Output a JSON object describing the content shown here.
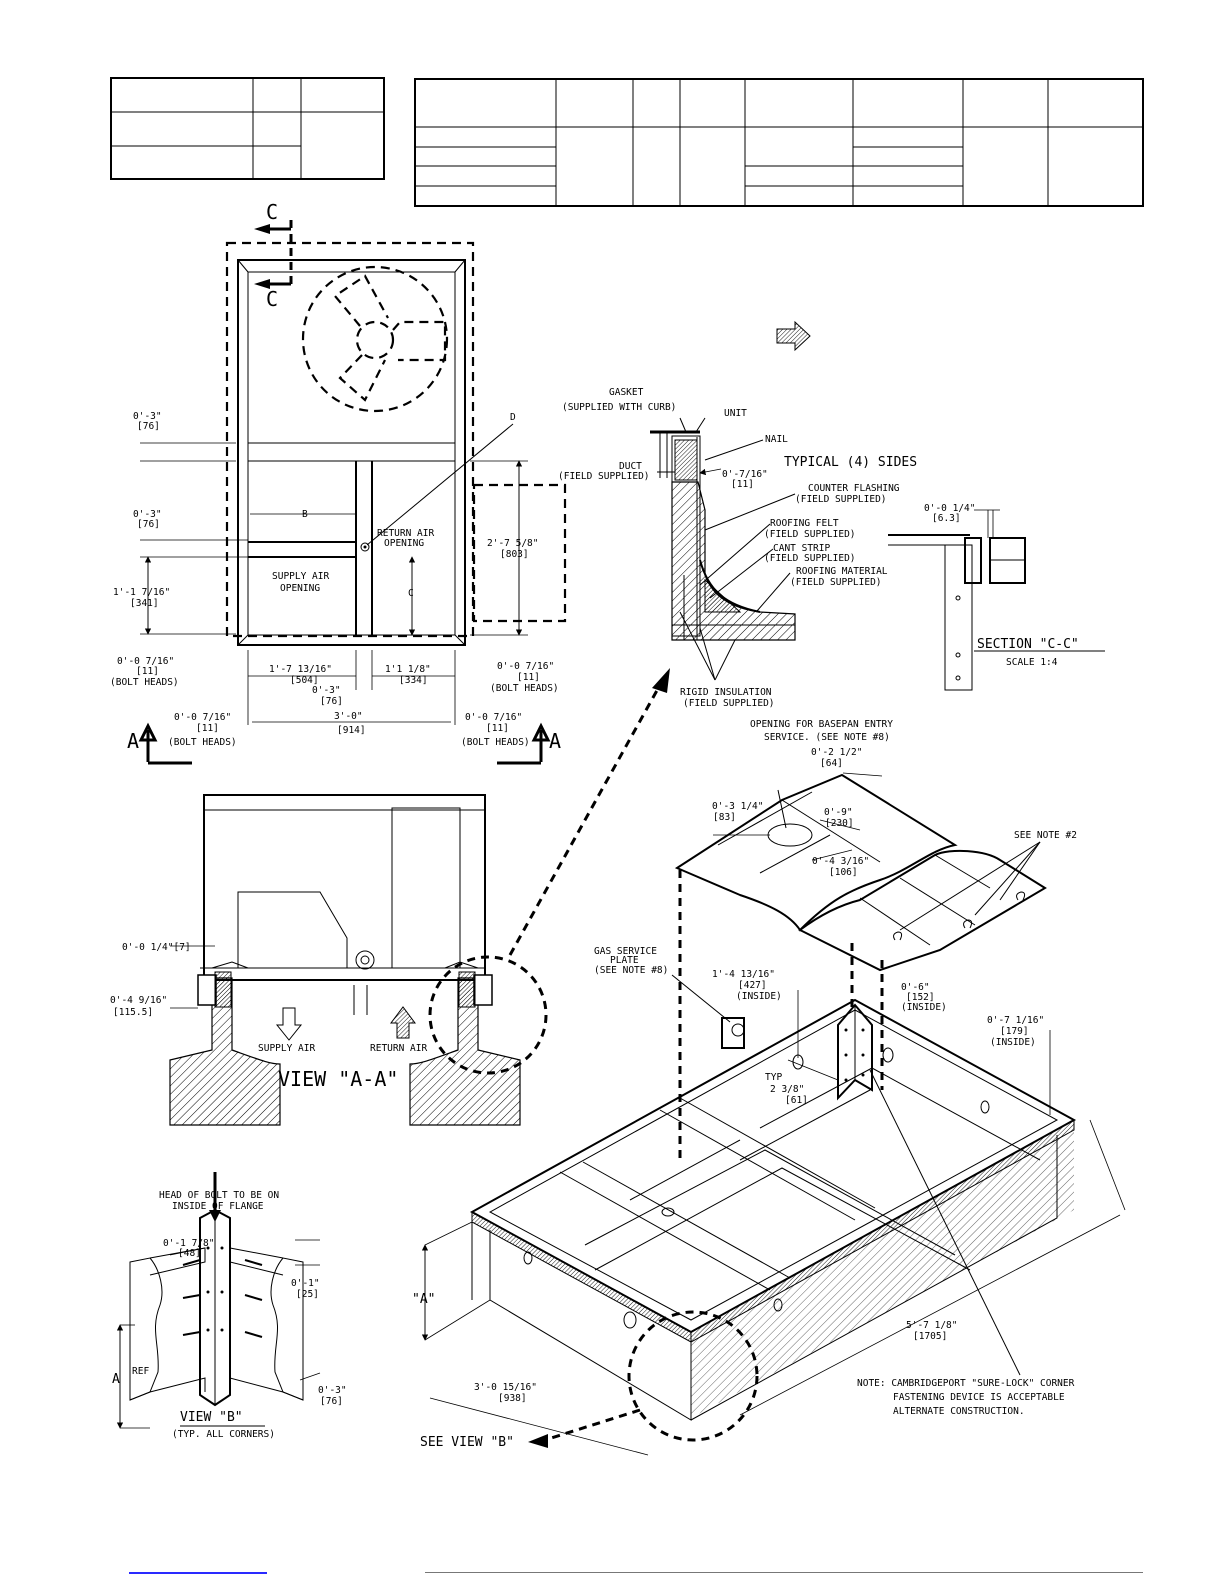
{
  "section_c_top_1": "C",
  "section_c_top_2": "C",
  "marker_a_left": "A",
  "marker_a_right": "A",
  "callout_d": "D",
  "top_view": {
    "dim_left_1": "0'-3\"",
    "dim_left_1_mm": "[76]",
    "dim_left_2": "0'-3\"",
    "dim_left_2_mm": "[76]",
    "dim_left_3": "1'-1 7/16\"",
    "dim_left_3_mm": "[341]",
    "dim_left_4": "0'-0 7/16\"",
    "dim_left_4_mm": "[11]",
    "bolt_heads_1": "(BOLT HEADS)",
    "dim_b": "B",
    "dim_c": "C",
    "return_air_1": "RETURN AIR",
    "return_air_2": "OPENING",
    "supply_air_1": "SUPPLY AIR",
    "supply_air_2": "OPENING",
    "dim_right_1": "2'-7 5/8\"",
    "dim_right_1_mm": "[803]",
    "dim_right_2": "0'-0 7/16\"",
    "dim_right_2_mm": "[11]",
    "bolt_heads_2": "(BOLT HEADS)",
    "dim_bot_1": "1'-7 13/16\"",
    "dim_bot_1_mm": "[504]",
    "dim_bot_2": "1'1 1/8\"",
    "dim_bot_2_mm": "[334]",
    "dim_bot_3": "0'-3\"",
    "dim_bot_3_mm": "[76]",
    "dim_bot_4": "3'-0\"",
    "dim_bot_4_mm": "[914]",
    "dim_bot_left": "0'-0 7/16\"",
    "dim_bot_left_mm": "[11]",
    "bolt_heads_3": "(BOLT HEADS)",
    "dim_bot_right": "0'-0 7/16\"",
    "dim_bot_right_mm": "[11]",
    "bolt_heads_4": "(BOLT HEADS)"
  },
  "curb_detail": {
    "gasket_1": "GASKET",
    "gasket_2": "(SUPPLIED WITH CURB)",
    "unit": "UNIT",
    "nail": "NAIL",
    "typical_sides": "TYPICAL (4) SIDES",
    "duct_1": "DUCT",
    "duct_2": "(FIELD SUPPLIED)",
    "dim_1": "0'-7/16\"",
    "dim_1_mm": "[11]",
    "counter_1": "COUNTER FLASHING",
    "counter_2": "(FIELD SUPPLIED)",
    "felt_1": "ROOFING FELT",
    "felt_2": "(FIELD SUPPLIED)",
    "cant_1": "CANT STRIP",
    "cant_2": "(FIELD SUPPLIED)",
    "material_1": "ROOFING MATERIAL",
    "material_2": "(FIELD SUPPLIED)",
    "rigid_1": "RIGID INSULATION",
    "rigid_2": "(FIELD SUPPLIED)"
  },
  "section_cc": {
    "dim": "0'-0 1/4\"",
    "dim_mm": "[6.3]",
    "title": "SECTION \"C-C\"",
    "scale": "SCALE 1:4"
  },
  "view_aa": {
    "dim_1": "0'-0 1/4\"[7]",
    "dim_2": "0'-4 9/16\"",
    "dim_2_mm": "[115.5]",
    "supply_air": "SUPPLY AIR",
    "return_air": "RETURN AIR",
    "title": "VIEW \"A-A\""
  },
  "basepan": {
    "opening_1": "OPENING FOR BASEPAN ENTRY",
    "opening_2": "SERVICE. (SEE NOTE #8)",
    "dim_1": "0'-2 1/2\"",
    "dim_1_mm": "[64]",
    "dim_2": "0'-3 1/4\"",
    "dim_2_mm": "[83]",
    "dim_3": "0'-9\"",
    "dim_3_mm": "[230]",
    "dim_4": "0'-4 3/16\"",
    "dim_4_mm": "[106]",
    "see_note": "SEE NOTE #2"
  },
  "curb_iso": {
    "gas_1": "GAS SERVICE",
    "gas_2": "PLATE",
    "gas_3": "(SEE NOTE #8)",
    "dim_1": "1'-4 13/16\"",
    "dim_1_mm": "[427]",
    "dim_1_in": "(INSIDE)",
    "dim_2": "0'-6\"",
    "dim_2_mm": "[152]",
    "dim_2_in": "(INSIDE)",
    "dim_3": "0'-7 1/16\"",
    "dim_3_mm": "[179]",
    "dim_3_in": "(INSIDE)",
    "typ_1": "TYP",
    "typ_2": "2 3/8\"",
    "typ_3": "[61]",
    "dim_a": "\"A\"",
    "dim_len": "5'-7 1/8\"",
    "dim_len_mm": "[1705]",
    "dim_w": "3'-0 15/16\"",
    "dim_w_mm": "[938]",
    "note_1": "NOTE: CAMBRIDGEPORT \"SURE-LOCK\" CORNER",
    "note_2": "FASTENING DEVICE IS ACCEPTABLE",
    "note_3": "ALTERNATE CONSTRUCTION.",
    "see_view_b": "SEE VIEW \"B\""
  },
  "view_b": {
    "head_1": "HEAD OF BOLT TO BE ON",
    "head_2": "INSIDE OF FLANGE",
    "dim_1": "0'-1 7/8\"",
    "dim_1_mm": "[48]",
    "dim_2": "0'-1\"",
    "dim_2_mm": "[25]",
    "a_ref_1": "REF",
    "a_ref_2": "A",
    "dim_3": "0'-3\"",
    "dim_3_mm": "[76]",
    "title": "VIEW \"B\"",
    "sub": "(TYP. ALL CORNERS)"
  }
}
